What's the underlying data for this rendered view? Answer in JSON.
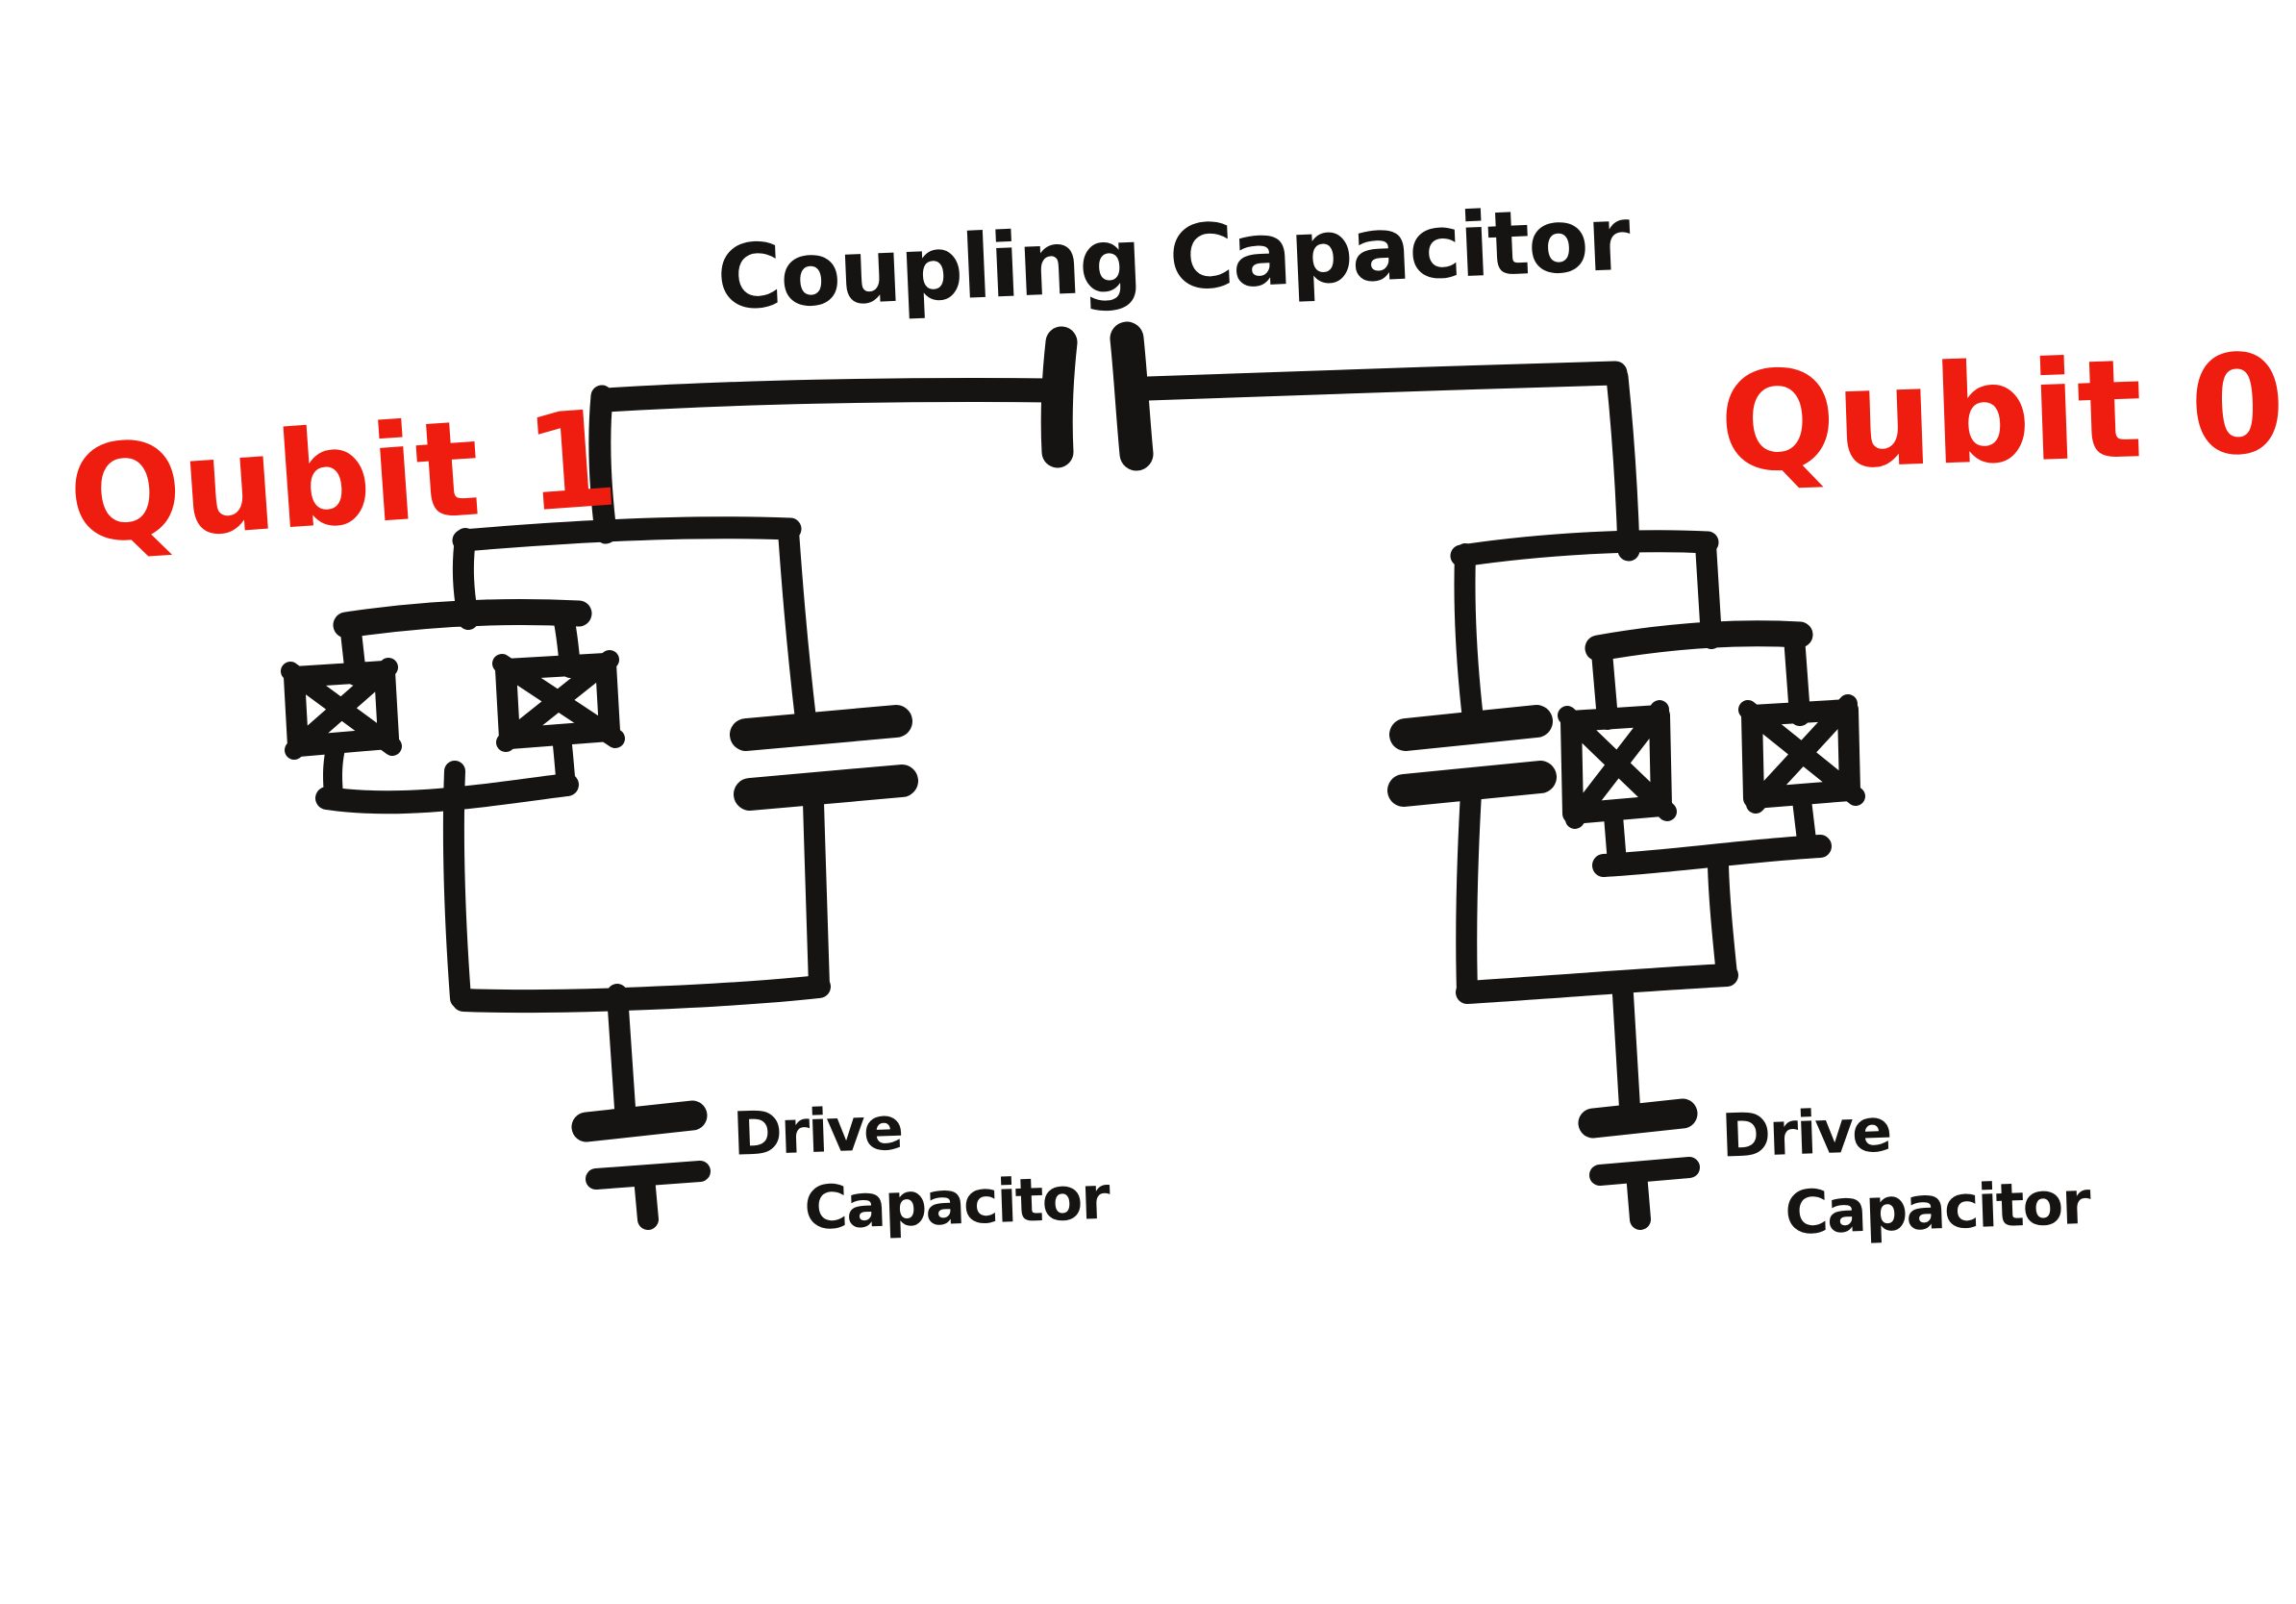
{
  "title": {
    "label": "Coupling Capacitor"
  },
  "qubits": {
    "left": {
      "label": "Qubit 1",
      "drive_label": [
        "Drive",
        "Capacitor"
      ]
    },
    "right": {
      "label": "Qubit 0",
      "drive_label": [
        "Drive",
        "Capacitor"
      ]
    }
  },
  "icons": {
    "josephson_junction": "boxed-x-junction-icon",
    "capacitor": "parallel-plate-capacitor-icon",
    "ground_stub": "t-ground-stub-icon"
  },
  "colors": {
    "ink": "#161412",
    "accent_red": "#ee1d10",
    "background": "#ffffff"
  }
}
